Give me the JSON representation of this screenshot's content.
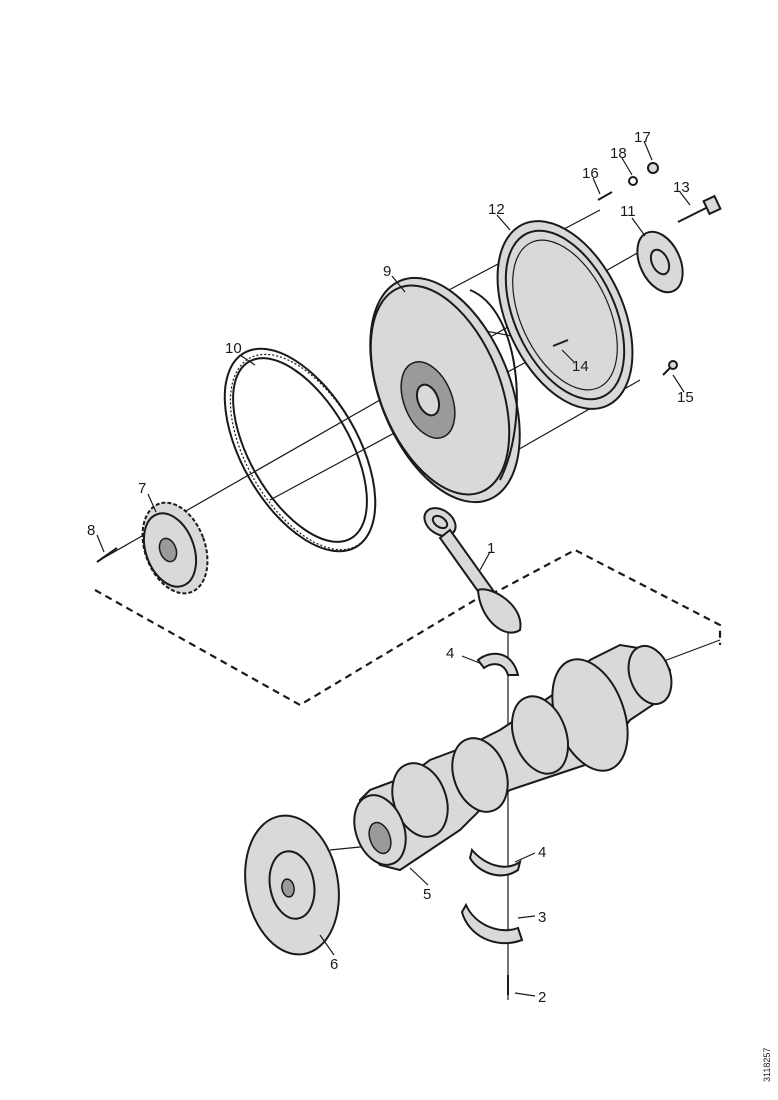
{
  "labels": [
    "1",
    "2",
    "3",
    "4",
    "4",
    "5",
    "6",
    "7",
    "8",
    "9",
    "10",
    "11",
    "12",
    "13",
    "14",
    "15",
    "16",
    "17",
    "18"
  ],
  "figure_ref": "3118257"
}
